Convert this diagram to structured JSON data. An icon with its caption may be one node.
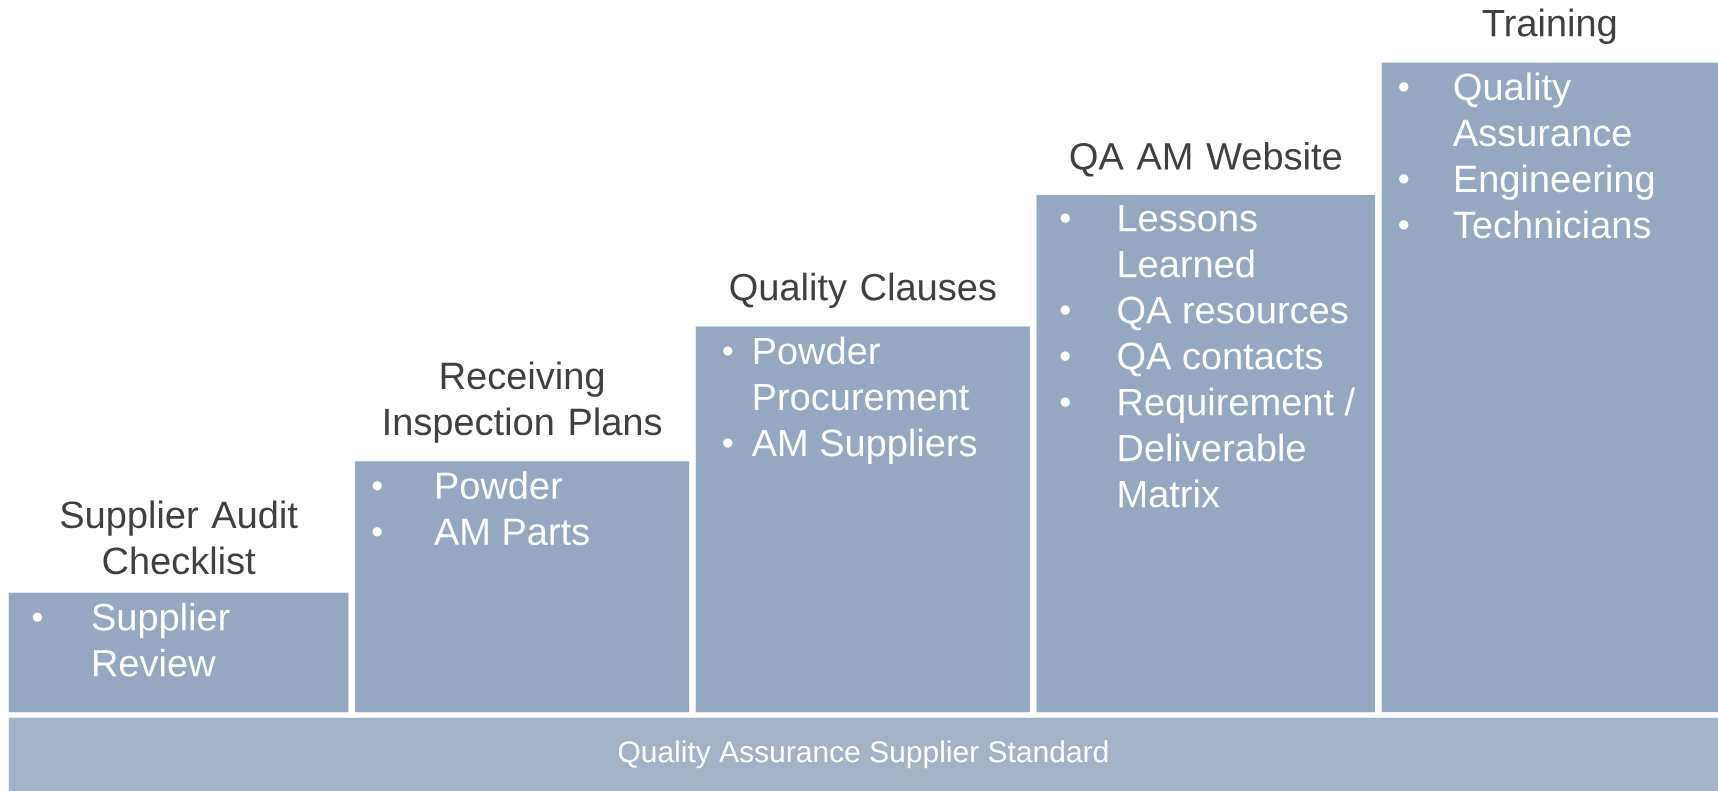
{
  "diagram": {
    "nodes": [
      {
        "text": [
          "Supplier Audit Checklist",
          "Supplier Review"
        ]
      },
      {
        "text": [
          "Receiving Inspection Plans",
          "Powder",
          "AM Parts"
        ]
      },
      {
        "text": [
          "Quality Clauses",
          "Powder Procurement",
          "AM Suppliers"
        ]
      },
      {
        "text": [
          "QA AM Website",
          "Lessons Learned",
          "QA resources",
          "QA contacts",
          "Requirement / Deliverable Matrix"
        ]
      },
      {
        "text": [
          "Training",
          "Quality Assurance",
          "Engineering",
          "Technicians"
        ]
      },
      {
        "text": [
          "Quality Assurance Supplier Standard"
        ]
      }
    ]
  }
}
